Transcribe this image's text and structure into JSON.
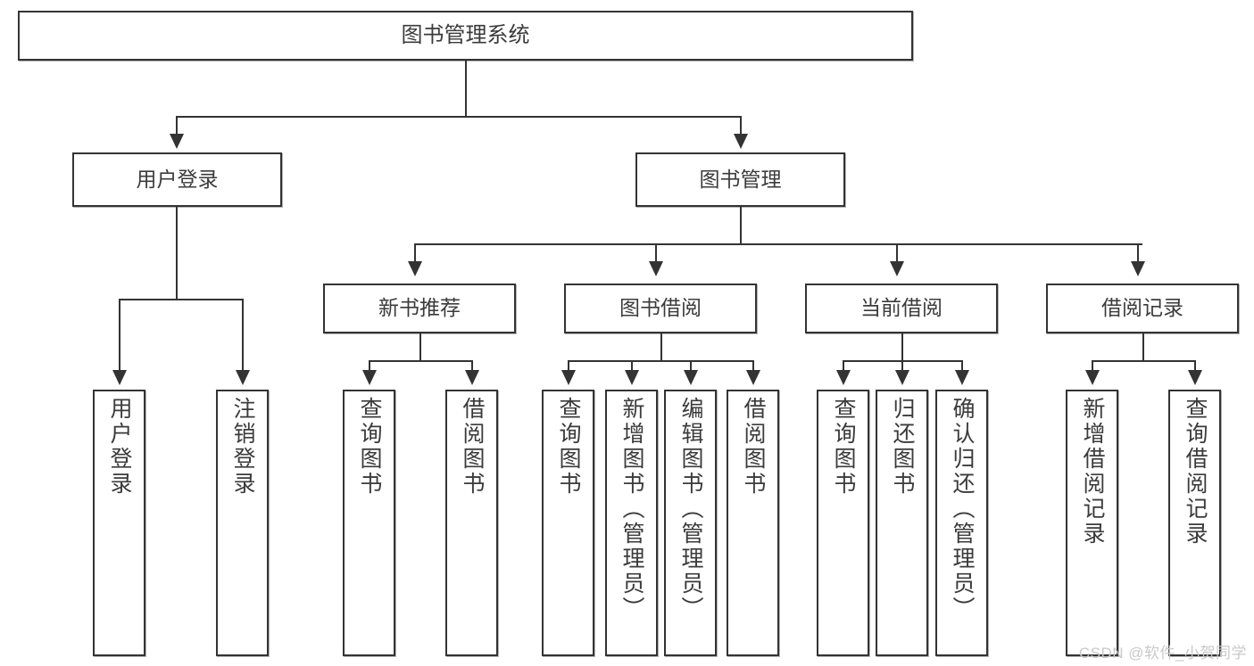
{
  "diagram": {
    "title": "图书管理系统",
    "type": "function-structure-tree",
    "watermark": "CSDN @软件_小贺同学",
    "levels": {
      "root": {
        "label": "图书管理系统"
      },
      "level2": [
        {
          "label": "用户登录"
        },
        {
          "label": "图书管理"
        }
      ],
      "level3": [
        {
          "label": "新书推荐"
        },
        {
          "label": "图书借阅"
        },
        {
          "label": "当前借阅"
        },
        {
          "label": "借阅记录"
        }
      ],
      "leaves": {
        "user_login": [
          {
            "label": "用户登录"
          },
          {
            "label": "注销登录"
          }
        ],
        "new_book_recommend": [
          {
            "label": "查询图书"
          },
          {
            "label": "借阅图书"
          }
        ],
        "book_borrow": [
          {
            "label": "查询图书"
          },
          {
            "label": "新增图书（管理员）"
          },
          {
            "label": "编辑图书（管理员）"
          },
          {
            "label": "借阅图书"
          }
        ],
        "current_borrow": [
          {
            "label": "查询图书"
          },
          {
            "label": "归还图书"
          },
          {
            "label": "确认归还（管理员）"
          }
        ],
        "borrow_record": [
          {
            "label": "新增借阅记录"
          },
          {
            "label": "查询借阅记录"
          }
        ]
      }
    },
    "colors": {
      "box_border": "#333333",
      "box_fill": "#ffffff",
      "text": "#3b3b3b",
      "connector": "#333333",
      "watermark": "#c9c9c9",
      "background": "#ffffff"
    }
  }
}
